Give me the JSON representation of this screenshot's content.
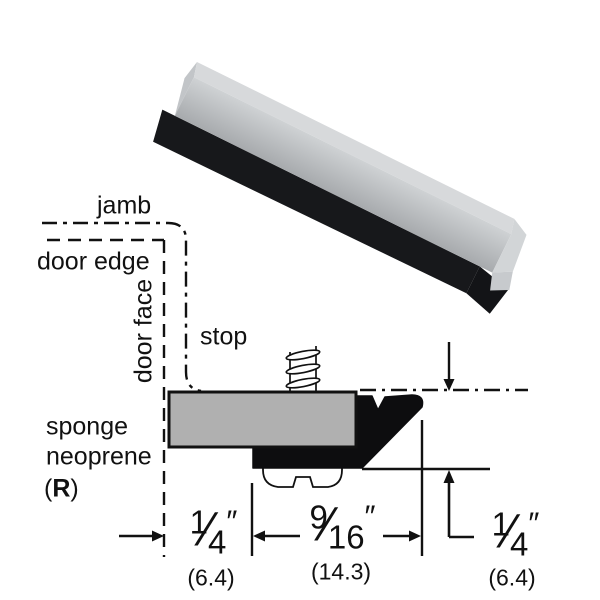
{
  "colors": {
    "background": "#ffffff",
    "line": "#111111",
    "retainer_bar_fill": "#b0b0b0",
    "neoprene_black": "#0d0d0f",
    "aluminum_top": "#d7d9db",
    "aluminum_front_light": "#cfd2d4",
    "aluminum_front_dark": "#a7aaad"
  },
  "labels": {
    "jamb": "jamb",
    "door_edge": "door edge",
    "door_face": "door face",
    "stop": "stop",
    "material_line1": "sponge",
    "material_line2": "neoprene",
    "material_symbol_open": "(",
    "material_symbol": "R",
    "material_symbol_close": ")"
  },
  "dimensions": {
    "left_width": {
      "numerator": "1",
      "slash": "⁄",
      "denominator": "4",
      "unit": "″",
      "metric": "(6.4)"
    },
    "middle_width": {
      "numerator": "9",
      "slash": "⁄",
      "denominator": "16",
      "unit": "″",
      "metric": "(14.3)"
    },
    "right_height": {
      "numerator": "1",
      "slash": "⁄",
      "denominator": "4",
      "unit": "″",
      "metric": "(6.4)"
    }
  }
}
